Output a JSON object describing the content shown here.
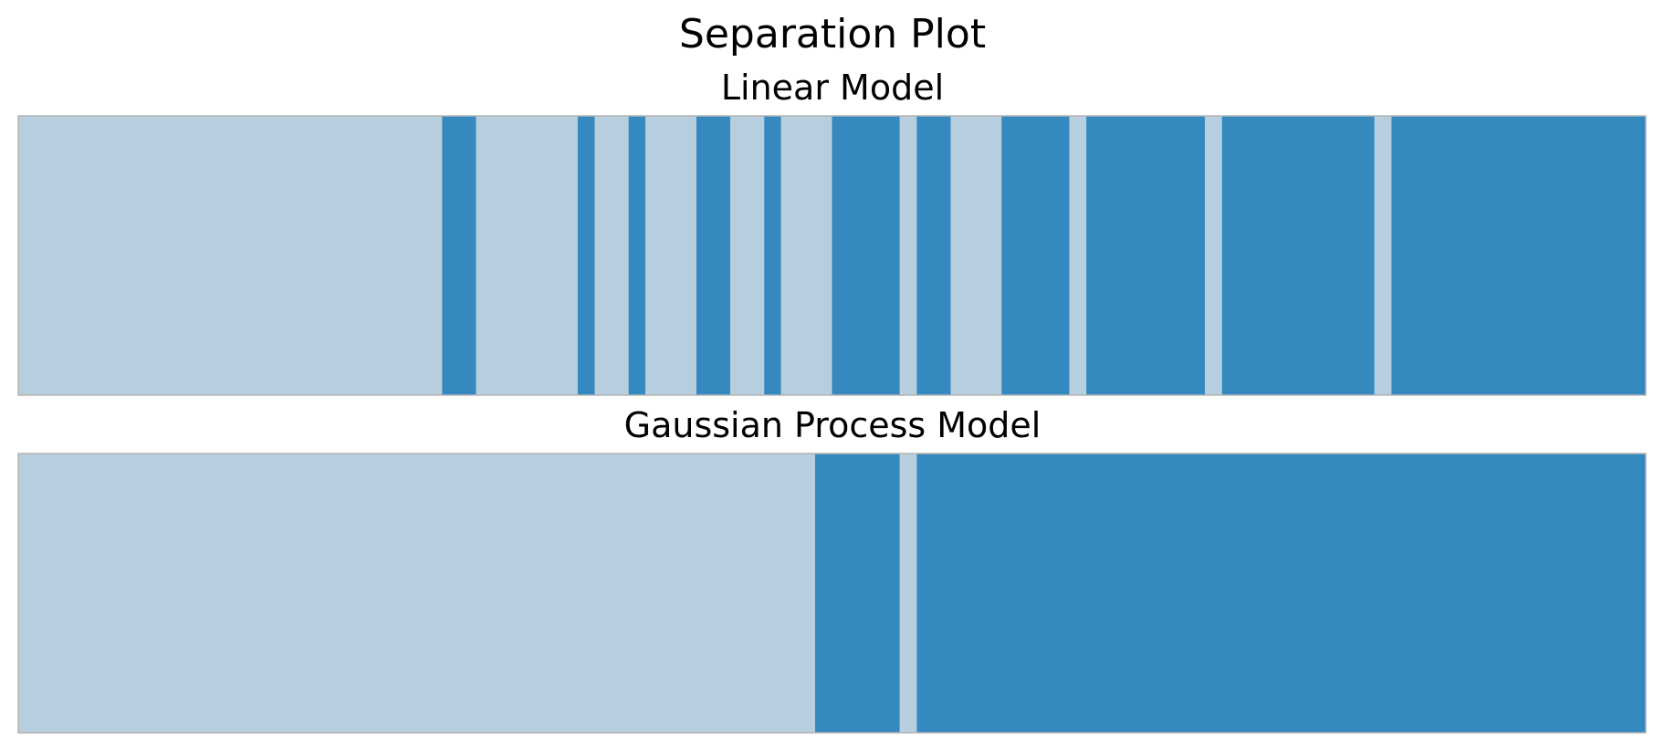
{
  "chart_data": {
    "type": "bar",
    "title": "Separation Plot",
    "colors": {
      "positive": "#3589be",
      "negative": "#b6cedd",
      "frame": "#b3b3b3"
    },
    "panels": [
      {
        "subtitle": "Linear Model",
        "n_observations": 96,
        "outcomes": [
          0,
          0,
          0,
          0,
          0,
          0,
          0,
          0,
          0,
          0,
          0,
          0,
          0,
          0,
          0,
          0,
          0,
          0,
          0,
          0,
          0,
          0,
          0,
          0,
          0,
          1,
          1,
          0,
          0,
          0,
          0,
          0,
          0,
          1,
          0,
          0,
          1,
          0,
          0,
          0,
          1,
          1,
          0,
          0,
          1,
          0,
          0,
          0,
          1,
          1,
          1,
          1,
          0,
          1,
          1,
          0,
          0,
          0,
          1,
          1,
          1,
          1,
          0,
          1,
          1,
          1,
          1,
          1,
          1,
          1,
          0,
          1,
          1,
          1,
          1,
          1,
          1,
          1,
          1,
          1,
          0,
          1,
          1,
          1,
          1,
          1,
          1,
          1,
          1,
          1,
          1,
          1,
          1,
          1,
          1,
          1
        ]
      },
      {
        "subtitle": "Gaussian Process Model",
        "n_observations": 96,
        "outcomes": [
          0,
          0,
          0,
          0,
          0,
          0,
          0,
          0,
          0,
          0,
          0,
          0,
          0,
          0,
          0,
          0,
          0,
          0,
          0,
          0,
          0,
          0,
          0,
          0,
          0,
          0,
          0,
          0,
          0,
          0,
          0,
          0,
          0,
          0,
          0,
          0,
          0,
          0,
          0,
          0,
          0,
          0,
          0,
          0,
          0,
          0,
          0,
          1,
          1,
          1,
          1,
          1,
          0,
          1,
          1,
          1,
          1,
          1,
          1,
          1,
          1,
          1,
          1,
          1,
          1,
          1,
          1,
          1,
          1,
          1,
          1,
          1,
          1,
          1,
          1,
          1,
          1,
          1,
          1,
          1,
          1,
          1,
          1,
          1,
          1,
          1,
          1,
          1,
          1,
          1,
          1,
          1,
          1,
          1,
          1,
          1
        ]
      }
    ]
  }
}
